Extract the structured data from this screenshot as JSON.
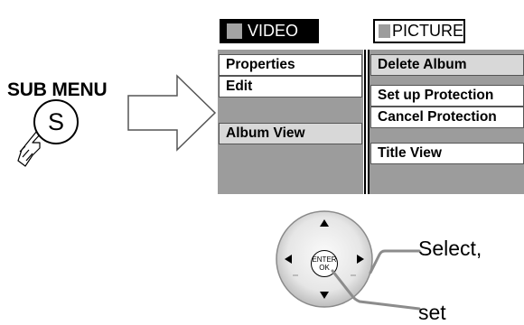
{
  "left": {
    "label": "SUB MENU",
    "button_letter": "S"
  },
  "video": {
    "tab_label": "VIDEO",
    "items": [
      {
        "label": "Properties"
      },
      {
        "label": "Edit"
      },
      {
        "label": "Album View"
      }
    ]
  },
  "picture": {
    "tab_label": "PICTURE",
    "items": [
      {
        "label": "Delete Album"
      },
      {
        "label": "Set up Protection"
      },
      {
        "label": "Cancel Protection"
      },
      {
        "label": "Title View"
      }
    ]
  },
  "remote": {
    "enter_line1": "ENTER",
    "enter_line2": "OK",
    "select_label": "Select,",
    "set_label": "set"
  }
}
